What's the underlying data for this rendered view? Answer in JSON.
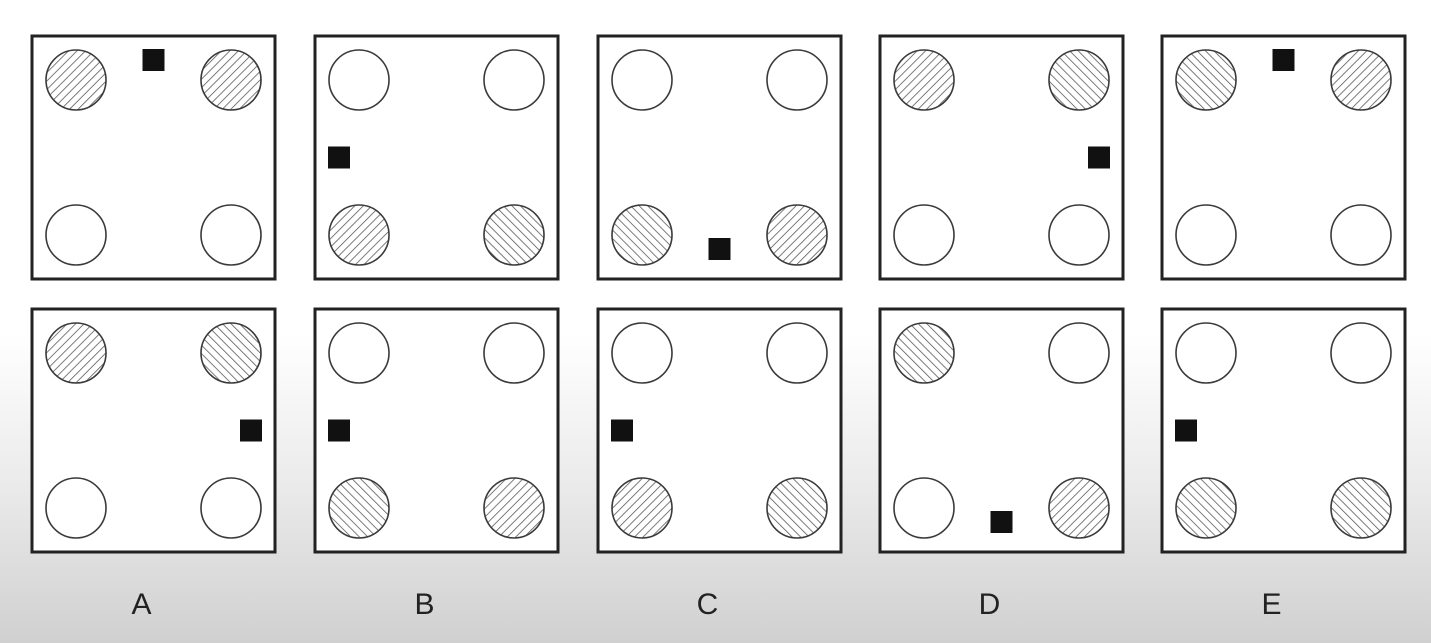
{
  "options": [
    {
      "label": "A",
      "figures": [
        {
          "circles": {
            "tl": "hatched-right",
            "tr": "hatched-right",
            "bl": "empty",
            "br": "empty"
          },
          "square": "top"
        },
        {
          "circles": {
            "tl": "hatched-right",
            "tr": "hatched-left",
            "bl": "empty",
            "br": "empty"
          },
          "square": "right"
        }
      ]
    },
    {
      "label": "B",
      "figures": [
        {
          "circles": {
            "tl": "empty",
            "tr": "empty",
            "bl": "hatched-right",
            "br": "hatched-left"
          },
          "square": "left"
        },
        {
          "circles": {
            "tl": "empty",
            "tr": "empty",
            "bl": "hatched-left",
            "br": "hatched-right"
          },
          "square": "left"
        }
      ]
    },
    {
      "label": "C",
      "figures": [
        {
          "circles": {
            "tl": "empty",
            "tr": "empty",
            "bl": "hatched-left",
            "br": "hatched-right"
          },
          "square": "bottom"
        },
        {
          "circles": {
            "tl": "empty",
            "tr": "empty",
            "bl": "hatched-right",
            "br": "hatched-left"
          },
          "square": "left"
        }
      ]
    },
    {
      "label": "D",
      "figures": [
        {
          "circles": {
            "tl": "hatched-right",
            "tr": "hatched-left",
            "bl": "empty",
            "br": "empty"
          },
          "square": "right"
        },
        {
          "circles": {
            "tl": "hatched-left",
            "tr": "empty",
            "bl": "empty",
            "br": "hatched-right"
          },
          "square": "bottom"
        }
      ]
    },
    {
      "label": "E",
      "figures": [
        {
          "circles": {
            "tl": "hatched-left",
            "tr": "hatched-right",
            "bl": "empty",
            "br": "empty"
          },
          "square": "top"
        },
        {
          "circles": {
            "tl": "empty",
            "tr": "empty",
            "bl": "hatched-left",
            "br": "hatched-left"
          },
          "square": "left"
        }
      ]
    }
  ]
}
